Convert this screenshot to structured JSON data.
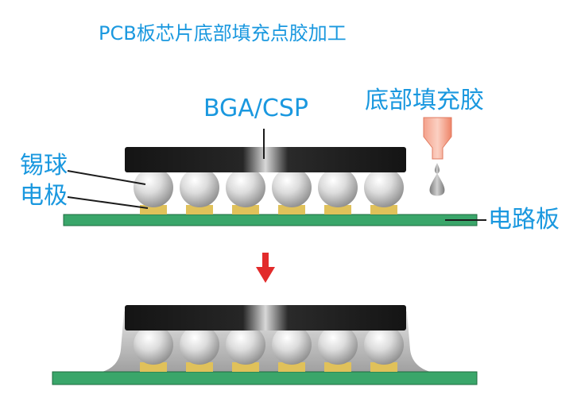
{
  "title": "PCB板芯片底部填充点胶加工",
  "labels": {
    "chip": "BGA/CSP",
    "underfill": "底部填充胶",
    "solder_ball": "锡球",
    "electrode": "电极",
    "pcb": "电路板"
  },
  "colors": {
    "label_blue": "#1a98df",
    "chip_black": "#1c1c1c",
    "pcb_green": "#3aa66a",
    "pad_gold": "#e0c15a",
    "ball_grey": "#c4c4c4",
    "underfill_grey": "#bdbdbd",
    "nozzle_pink": "#f49a82",
    "arrow_red": "#e22b2b"
  },
  "icons": {
    "arrow": "arrow-down-icon",
    "nozzle": "dispensing-nozzle-icon",
    "droplet": "glue-droplet-icon"
  }
}
